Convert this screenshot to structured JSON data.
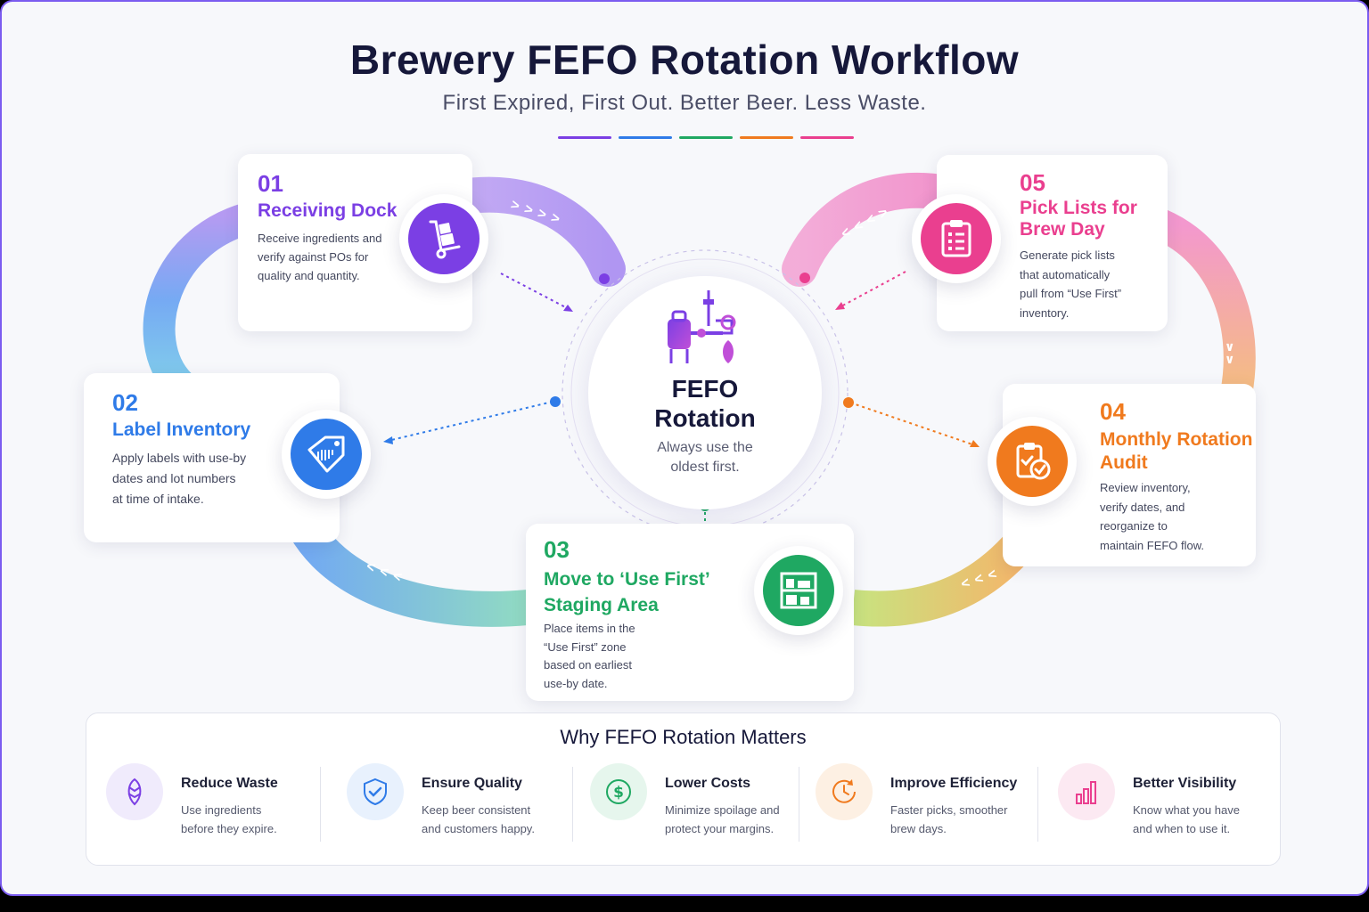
{
  "header": {
    "title": "Brewery FEFO Rotation Workflow",
    "subtitle": "First Expired, First Out. Better Beer. Less Waste."
  },
  "colors": {
    "purple": "#7b3fe4",
    "blue": "#2f7be8",
    "green": "#1fa862",
    "orange": "#f07a1e",
    "pink": "#ea3f8f",
    "navy": "#16183a"
  },
  "center": {
    "icon": "brew-tank-icon",
    "title_line1": "FEFO",
    "title_line2": "Rotation",
    "sub_line1": "Always use the",
    "sub_line2": "oldest first."
  },
  "steps": [
    {
      "number": "01",
      "title_lines": [
        "Receiving Dock"
      ],
      "desc_lines": [
        "Receive ingredients and",
        "verify against POs for",
        "quality and quantity."
      ],
      "icon": "hand-truck-icon",
      "color": "#7b3fe4"
    },
    {
      "number": "02",
      "title_lines": [
        "Label Inventory"
      ],
      "desc_lines": [
        "Apply labels with use-by",
        "dates and lot numbers",
        "at time of intake."
      ],
      "icon": "barcode-tag-icon",
      "color": "#2f7be8"
    },
    {
      "number": "03",
      "title_lines": [
        "Move to ‘Use First’",
        "Staging Area"
      ],
      "desc_lines": [
        "Place items in the",
        "“Use First” zone",
        "based on earliest",
        "use-by date."
      ],
      "icon": "shelving-icon",
      "color": "#1fa862"
    },
    {
      "number": "04",
      "title_lines": [
        "Monthly Rotation",
        "Audit"
      ],
      "desc_lines": [
        "Review inventory,",
        "verify dates, and",
        "reorganize to",
        "maintain FEFO flow."
      ],
      "icon": "clipboard-check-icon",
      "color": "#f07a1e"
    },
    {
      "number": "05",
      "title_lines": [
        "Pick Lists for",
        "Brew Day"
      ],
      "desc_lines": [
        "Generate pick lists",
        "that automatically",
        "pull from “Use First”",
        "inventory."
      ],
      "icon": "checklist-icon",
      "color": "#ea3f8f"
    }
  ],
  "flow_arrows": {
    "top_left": "> > > >",
    "top_right": "< < < >",
    "right": "∨ ∨",
    "bottom_right": "< < <",
    "bottom_left": "< < <"
  },
  "benefits": {
    "title": "Why FEFO Rotation Matters",
    "items": [
      {
        "title": "Reduce Waste",
        "desc_lines": [
          "Use ingredients",
          "before they expire."
        ],
        "icon": "hop-icon",
        "color": "#7b3fe4"
      },
      {
        "title": "Ensure Quality",
        "desc_lines": [
          "Keep beer consistent",
          "and customers happy."
        ],
        "icon": "shield-check-icon",
        "color": "#2f7be8"
      },
      {
        "title": "Lower Costs",
        "desc_lines": [
          "Minimize spoilage and",
          "protect your margins."
        ],
        "icon": "dollar-icon",
        "color": "#1fa862"
      },
      {
        "title": "Improve Efficiency",
        "desc_lines": [
          "Faster picks, smoother",
          "brew days."
        ],
        "icon": "clock-icon",
        "color": "#f07a1e"
      },
      {
        "title": "Better Visibility",
        "desc_lines": [
          "Know what you have",
          "and when to use it."
        ],
        "icon": "bar-chart-icon",
        "color": "#ea3f8f"
      }
    ]
  }
}
